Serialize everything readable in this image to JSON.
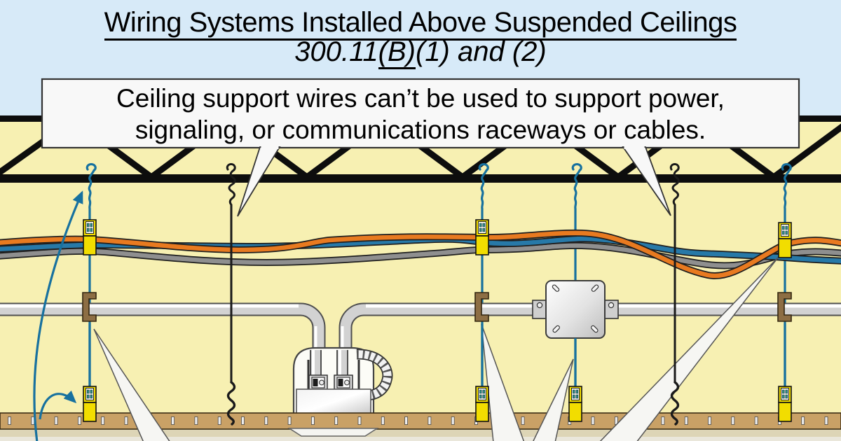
{
  "header": {
    "title": "Wiring Systems Installed Above Suspended Ceilings",
    "code": {
      "prefix": "300.11",
      "underlined": "(B)",
      "suffix": "(1) and (2)"
    }
  },
  "callout": {
    "line1": "Ceiling support wires can’t be used to support power,",
    "line2": "signaling, or communications raceways or cables."
  },
  "colors": {
    "sky_blue_bg": "#d7eaf8",
    "plenum_yellow_bg": "#f7f0b2",
    "structure_black": "#0d0d0d",
    "support_wire_blue": "#17719f",
    "support_wire_black": "#1a1a1a",
    "cable_orange": "#e87a20",
    "cable_blue": "#2779a8",
    "cable_gray": "#8f8f8f",
    "cable_outline": "#1f1f1f",
    "clip_yellow": "#f2dd00",
    "hanger_brown": "#8d6e44",
    "grid_tan": "#c9a166",
    "below_ceiling_tan": "#ddd5b6",
    "callout_white": "#f8f8f8",
    "conduit_gray": "#d2d2d2"
  },
  "elements": {
    "truss": "steel-bar-joist-truss",
    "blue_wires": "ceiling-support-wires-attached",
    "black_wires": "loose-ceiling-support-wires",
    "cables": "power-signaling-communications-cables",
    "conduit": "emt-raceway",
    "junction_box": "square-junction-box",
    "fixture": "recessed-luminaire-with-flex-conduit",
    "grid": "suspended-ceiling-grid"
  }
}
